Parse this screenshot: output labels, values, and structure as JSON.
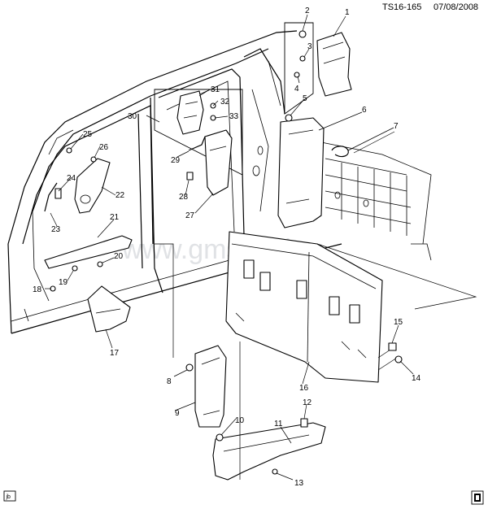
{
  "header": {
    "doc_id": "TS16-165",
    "date": "07/08/2008"
  },
  "watermark": "www.gmsklad.ru",
  "footer": {
    "left_tag": "jb"
  },
  "callouts": [
    "1",
    "2",
    "3",
    "4",
    "5",
    "6",
    "7",
    "8",
    "9",
    "10",
    "11",
    "12",
    "13",
    "14",
    "15",
    "16",
    "17",
    "18",
    "19",
    "20",
    "21",
    "22",
    "23",
    "24",
    "25",
    "26",
    "27",
    "28",
    "29",
    "30",
    "31",
    "32",
    "33"
  ]
}
